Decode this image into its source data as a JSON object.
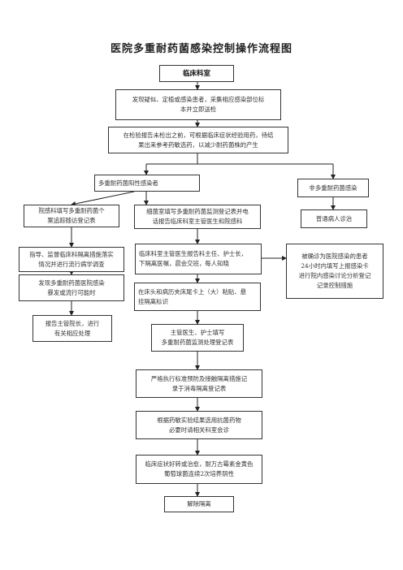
{
  "title": "医院多重耐药菌感染控制操作流程图",
  "nodes": {
    "dept": "临床科室",
    "suspect": "发现疑似、定植或感染患者，采集相应感染部位标\n本并立即送检",
    "empirical": "在检验报告未检出之前，可根据临床症状经验用药，待结\n果出来参考药敏选药，以减少耐药菌株的产生",
    "positive": "多重耐药菌阳性感染者",
    "negative": "非多重耐药菌感染",
    "ic_register": "院感科填写多重耐药菌个\n案追踪随访登记表",
    "lab_report": "细菌室填写多重耐药菌监测登记表并电\n话报告临床科室主管医生和院感科",
    "routine": "普通病人诊治",
    "guide": "指导、监督临床科隔离措施落实\n情况并进行流行病学调查",
    "notify": "临床科室主管医生报告科主任、护士长，\n下隔离医嘱，晨会交班，每人知晓",
    "confirmed": "被确诊为医院感染的患者\n24小时内填写上报感染卡\n进行院内感染讨论分析登记\n记录控制措施",
    "outbreak": "发现多重耐药菌医院感染\n暴发或流行可能时",
    "label_card": "在床头和病历夹床尾卡上（大）粘贴、悬\n挂隔离标识",
    "report_dean": "报告主管院长，进行\n有关相应处理",
    "fill_form": "主管医生、护士填写\n多重耐药菌监测处理登记表",
    "isolation": "严格执行标准预防及接触隔离措施记\n录于消毒隔离登记表",
    "antibiotic": "根据药敏实验结果选用抗菌药物\n必要时请相关科室会诊",
    "cure": "临床症状好转或治愈，耐万古霉素金黄色\n葡萄球菌连续2次培养阴性",
    "release": "解除隔离"
  }
}
